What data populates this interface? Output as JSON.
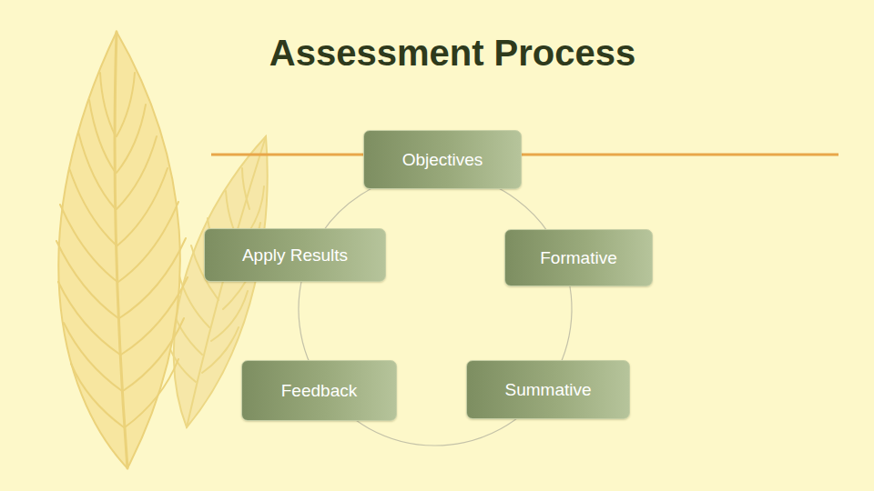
{
  "diagram": {
    "title": "Assessment Process",
    "nodes": [
      {
        "text": [
          "Objectives"
        ]
      },
      {
        "text": [
          "Apply Results"
        ]
      },
      {
        "text": [
          "Formative"
        ]
      },
      {
        "text": [
          "Feedback"
        ]
      },
      {
        "text": [
          "Summative"
        ]
      }
    ],
    "edges": [
      {
        "from": 0,
        "to": 2,
        "arrow": "none"
      },
      {
        "from": 2,
        "to": 4,
        "arrow": "none"
      },
      {
        "from": 4,
        "to": 3,
        "arrow": "none"
      },
      {
        "from": 3,
        "to": 1,
        "arrow": "none"
      },
      {
        "from": 1,
        "to": 0,
        "arrow": "none"
      }
    ]
  }
}
